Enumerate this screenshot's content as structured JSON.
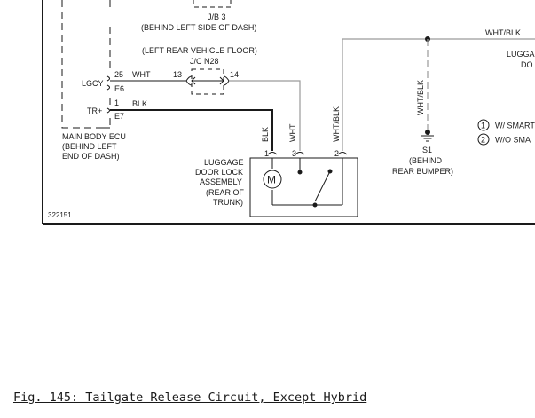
{
  "labels": {
    "jb3_name": "J/B 3",
    "jb3_location": "(BEHIND LEFT SIDE OF DASH)",
    "jc_location": "(LEFT REAR VEHICLE FLOOR)",
    "jc_name": "J/C N28",
    "jc_pin_left": "13",
    "jc_pin_right": "14",
    "ecu_pin_lgcy": "25",
    "ecu_lgcy_name": "LGCY",
    "ecu_lgcy_conn": "E6",
    "ecu_pin_tr": "1",
    "ecu_tr_name": "TR+",
    "ecu_tr_conn": "E7",
    "wire_wht_1": "WHT",
    "wire_blk_1": "BLK",
    "ecu_name_1": "MAIN BODY ECU",
    "ecu_name_2": "(BEHIND LEFT",
    "ecu_name_3": "END OF DASH)",
    "wire_blk_v": "BLK",
    "wire_wht_v": "WHT",
    "wire_whtblk_v": "WHT/BLK",
    "lock_pin_1": "1",
    "lock_pin_3": "3",
    "lock_pin_2": "2",
    "lock_name_1": "LUGGAGE",
    "lock_name_2": "DOOR LOCK",
    "lock_name_3": "ASSEMBLY",
    "lock_name_4": "(REAR OF",
    "lock_name_5": "TRUNK)",
    "motor_symbol": "M",
    "wire_whtblk_top": "WHT/BLK",
    "wire_whtblk_gnd": "WHT/BLK",
    "ground_name": "S1",
    "ground_loc_1": "(BEHIND",
    "ground_loc_2": "REAR BUMPER)",
    "luggage_partial_1": "LUGGA",
    "luggage_partial_2": "DO",
    "legend_1_num": "1",
    "legend_1_text": "W/ SMART",
    "legend_2_num": "2",
    "legend_2_text": "W/O SMA",
    "diagram_id": "322151"
  },
  "caption": "Fig. 145: Tailgate Release Circuit, Except Hybrid",
  "colors": {
    "ink": "#1a1a1a",
    "gray_wire": "#9a9a9a"
  }
}
